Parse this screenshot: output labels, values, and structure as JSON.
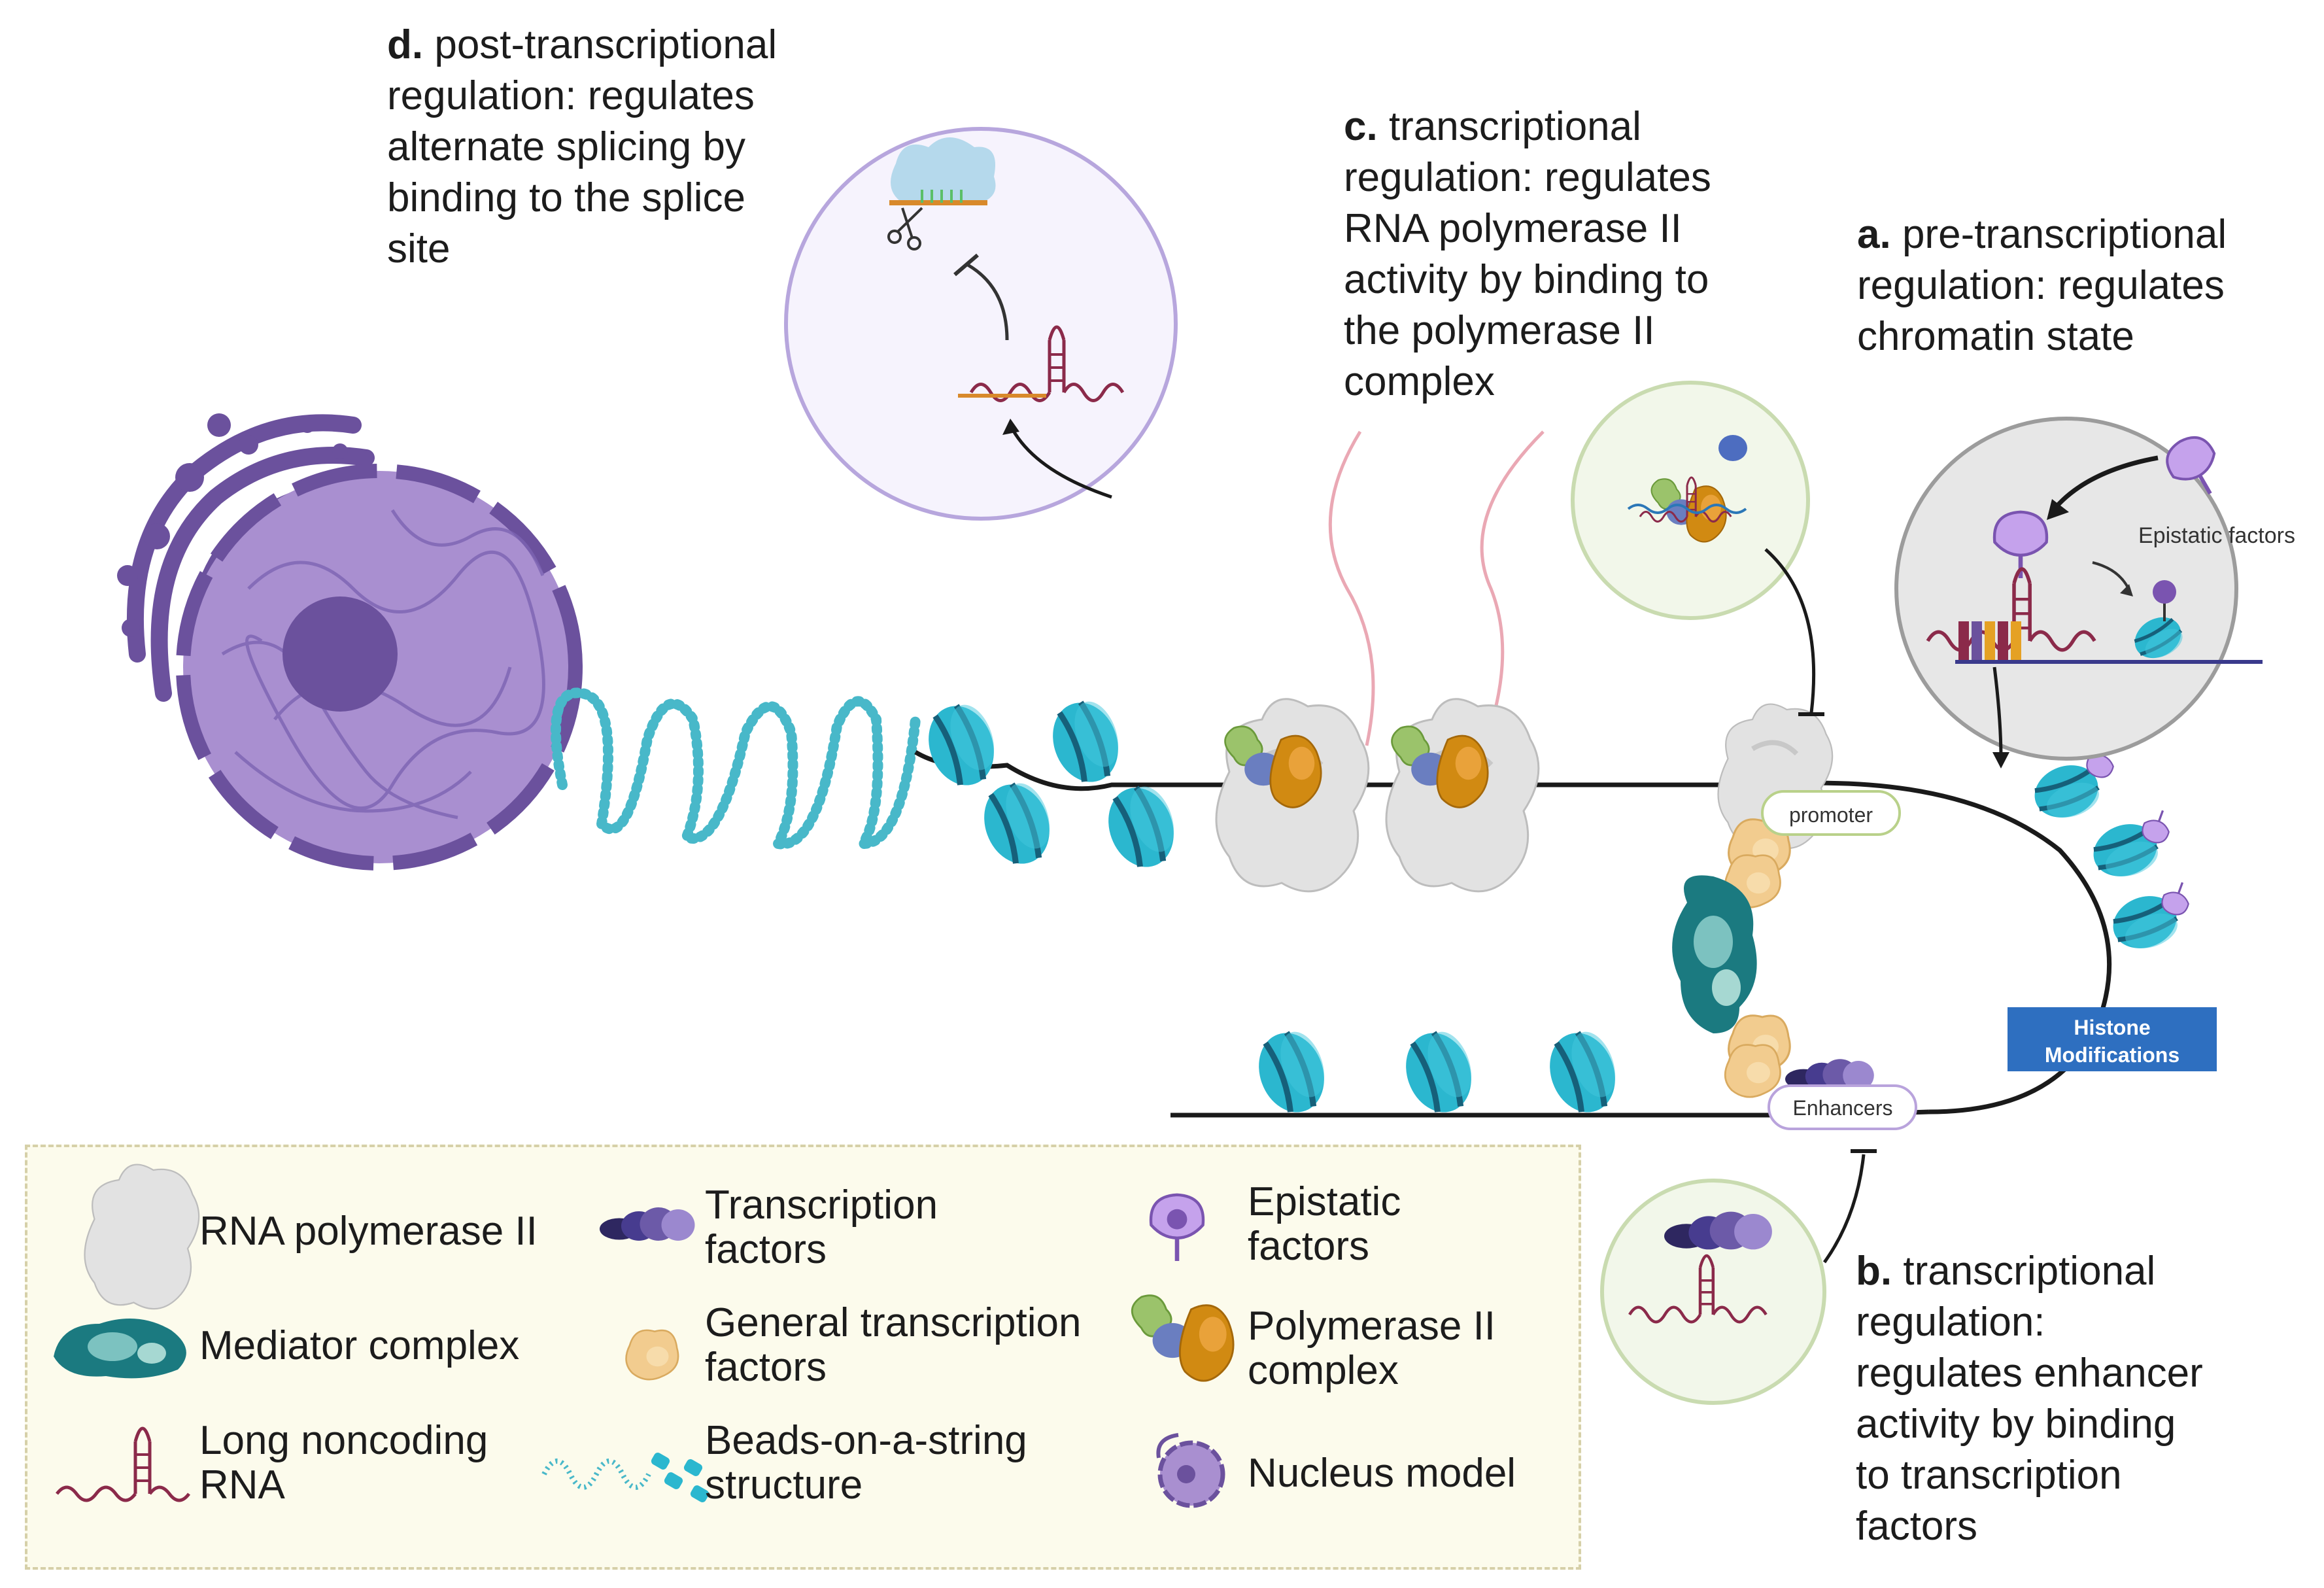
{
  "annotations": {
    "d": {
      "letter": "d.",
      "lines": [
        "post-transcriptional",
        "regulation: regulates",
        "alternate splicing by",
        "binding to the splice",
        "site"
      ]
    },
    "c": {
      "letter": "c.",
      "lines": [
        "transcriptional",
        "regulation: regulates",
        "RNA polymerase II",
        "activity by binding to",
        "the polymerase II",
        "complex"
      ]
    },
    "a": {
      "letter": "a.",
      "lines": [
        "pre-transcriptional",
        "regulation: regulates",
        "chromatin state"
      ]
    },
    "b": {
      "letter": "b.",
      "lines": [
        "transcriptional",
        "regulation:",
        "regulates enhancer",
        "activity by binding",
        "to transcription",
        "factors"
      ]
    }
  },
  "diagram_labels": {
    "epistatic_factors": "Epistatic factors",
    "promoter": "promoter",
    "enhancers": "Enhancers",
    "histone_line1": "Histone",
    "histone_line2": "Modifications"
  },
  "legend": {
    "rna_pol": "RNA polymerase II",
    "tf_1": "Transcription",
    "tf_2": "factors",
    "epi_1": "Epistatic",
    "epi_2": "factors",
    "mediator": "Mediator complex",
    "gtf_1": "General transcription",
    "gtf_2": "factors",
    "pol2c_1": "Polymerase II",
    "pol2c_2": "complex",
    "lnc_1": "Long noncoding",
    "lnc_2": "RNA",
    "beads_1": "Beads-on-a-string",
    "beads_2": "structure",
    "nucleus": "Nucleus model"
  },
  "colors": {
    "nucleus": "#a98fd0",
    "nucleus_dark": "#6b519d",
    "nucleosome": "#2bb7cf",
    "nucleosome_dark": "#16607a",
    "dna": "#1a1a1a",
    "rna": "#8b2a4a",
    "pol2": "#e0e0e0",
    "gtf": "#f2cc8f",
    "mediator": "#1b7a80",
    "tf": "#6c5aa8",
    "epistatic": "#a07ad0",
    "histone_box": "#2e6fc0",
    "legend_bg": "#fcfbec"
  }
}
